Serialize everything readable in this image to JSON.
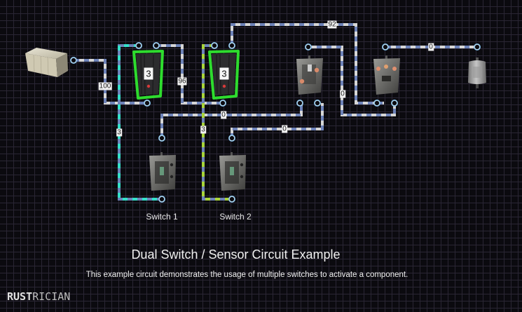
{
  "title": "Dual Switch / Sensor Circuit Example",
  "description": "This example circuit demonstrates the usage of multiple switches to activate a component.",
  "logo": {
    "bold": "RUST",
    "thin": "RICIAN"
  },
  "colors": {
    "background": "#0b0a0f",
    "grid": "#2a2634",
    "wire_dash_a": "#6d82b8",
    "wire_dash_b": "#d6d6d6",
    "wire_teal": "#33e0c8",
    "wire_lime": "#a8d43a",
    "selected_outline": "#2edc2e",
    "connector": "#9fd0f0"
  },
  "components": [
    {
      "id": "generator",
      "type": "test-generator",
      "label": ""
    },
    {
      "id": "branch1",
      "type": "electrical-branch",
      "count": "3",
      "selected": true
    },
    {
      "id": "branch2",
      "type": "electrical-branch",
      "count": "3",
      "selected": true
    },
    {
      "id": "and-switch",
      "type": "and-switch",
      "label": ""
    },
    {
      "id": "or-switch",
      "type": "or-switch",
      "label": ""
    },
    {
      "id": "heater",
      "type": "heater",
      "label": ""
    },
    {
      "id": "switch1",
      "type": "switch",
      "label": "Switch 1"
    },
    {
      "id": "switch2",
      "type": "switch",
      "label": "Switch 2"
    }
  ],
  "wire_labels": [
    {
      "id": "w-gen-branch1",
      "text": "100"
    },
    {
      "id": "w-branch1-branch2",
      "text": "96"
    },
    {
      "id": "w-branch2-or",
      "text": "92"
    },
    {
      "id": "w-or-heater",
      "text": "0"
    },
    {
      "id": "w-and-or",
      "text": "0"
    },
    {
      "id": "w-switch1-and",
      "text": "0"
    },
    {
      "id": "w-switch2-and",
      "text": "0"
    },
    {
      "id": "w-branch1-switch1",
      "text": "3"
    },
    {
      "id": "w-branch2-switch2",
      "text": "3"
    }
  ]
}
